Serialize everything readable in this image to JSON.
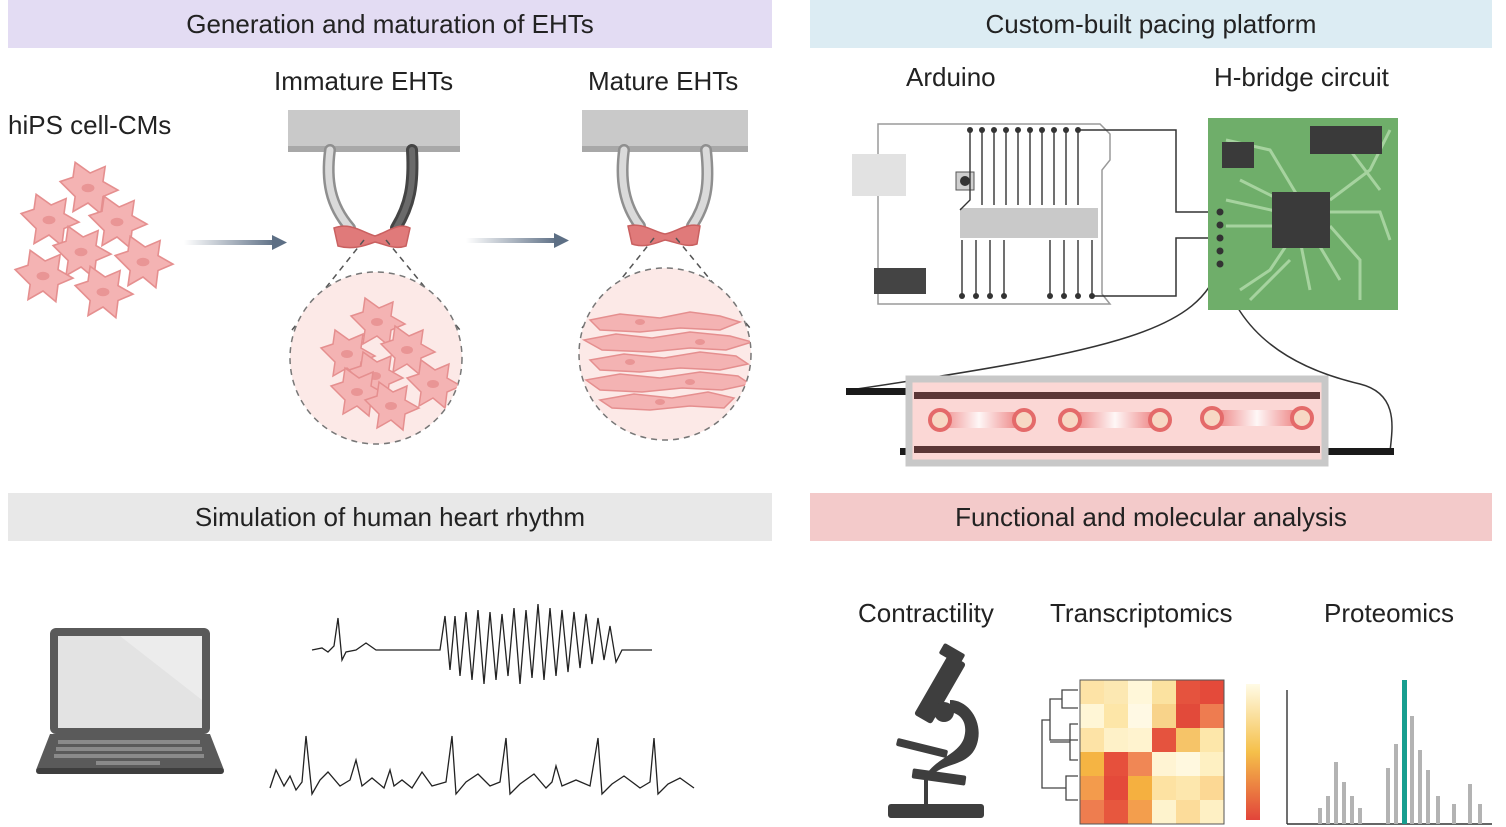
{
  "panels": {
    "generation": {
      "title": "Generation and maturation of EHTs",
      "source_label": "hiPS cell-CMs",
      "immature_label": "Immature EHTs",
      "mature_label": "Mature EHTs"
    },
    "pacing": {
      "title": "Custom-built pacing platform",
      "arduino_label": "Arduino",
      "hbridge_label": "H-bridge circuit"
    },
    "simulation": {
      "title": "Simulation of human heart rhythm"
    },
    "analysis": {
      "title": "Functional and molecular analysis",
      "contractility_label": "Contractility",
      "transcriptomics_label": "Transcriptomics",
      "proteomics_label": "Proteomics"
    }
  },
  "colors": {
    "cell_fill": "#f4b3b3",
    "cell_stroke": "#e58f8f",
    "tissue": "#e07a7a",
    "post_gray": "#cfcfcf",
    "pcb_green": "#6fae6a",
    "pcb_trace": "#a6d39f",
    "accent_teal": "#179e8f",
    "arrow": "#5d6f85"
  },
  "icons": [
    "cell-cluster",
    "arrow-right",
    "ehts-posts",
    "magnified-cells",
    "arduino-board",
    "h-bridge-board",
    "pacing-chamber",
    "laptop-icon",
    "arrhythmia-trace",
    "sinus-rhythm-trace",
    "microscope-icon",
    "heatmap-icon",
    "proteomics-bar-icon"
  ]
}
